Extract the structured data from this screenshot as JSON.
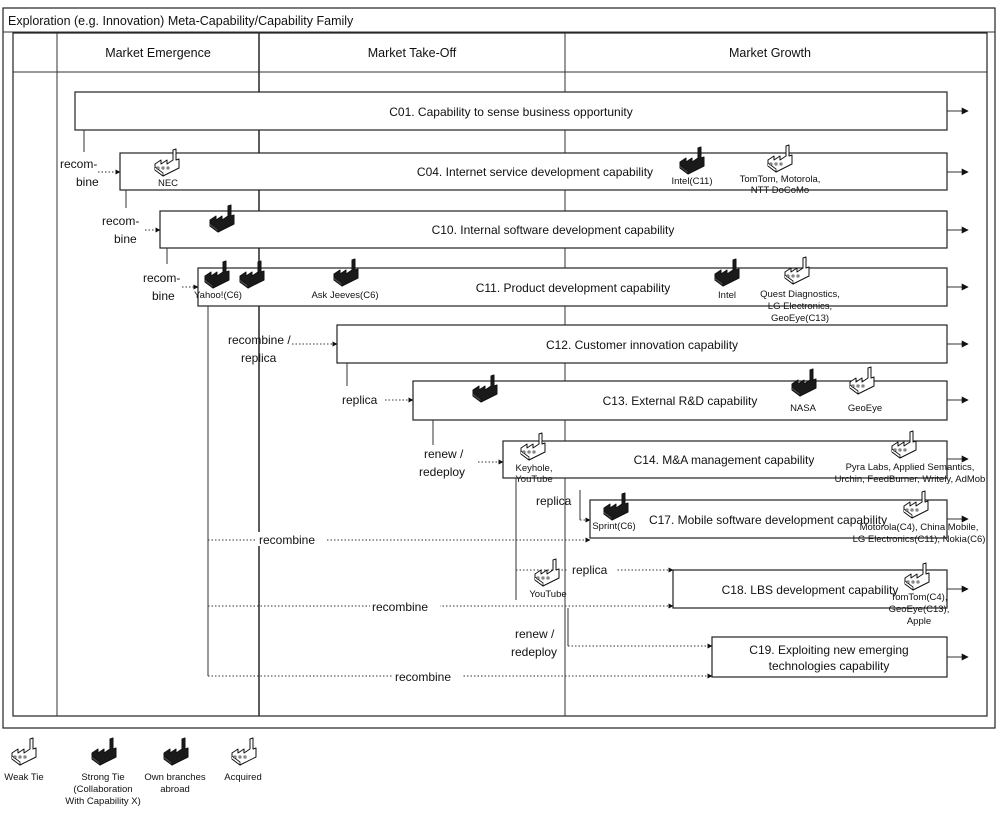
{
  "title": "Exploration (e.g. Innovation) Meta-Capability/Capability Family",
  "phases": [
    "Market Emergence",
    "Market Take-Off",
    "Market Growth"
  ],
  "capabilities": [
    {
      "id": "c01",
      "label": "C01. Capability to sense business opportunity"
    },
    {
      "id": "c04",
      "label": "C04. Internet service development capability"
    },
    {
      "id": "c10",
      "label": "C10. Internal software development capability"
    },
    {
      "id": "c11",
      "label": "C11. Product development capability"
    },
    {
      "id": "c12",
      "label": "C12. Customer innovation capability"
    },
    {
      "id": "c13",
      "label": "C13. External R&D capability"
    },
    {
      "id": "c14",
      "label": "C14. M&A management capability"
    },
    {
      "id": "c17",
      "label": "C17. Mobile software development capability"
    },
    {
      "id": "c18",
      "label": "C18. LBS development capability"
    },
    {
      "id": "c19",
      "label": [
        "C19. Exploiting new emerging",
        "technologies capability"
      ]
    }
  ],
  "links": {
    "recombine_split": [
      "recom-",
      "bine"
    ],
    "recombine_replica": [
      "recombine /",
      "replica"
    ],
    "renew_redeploy": [
      "renew /",
      "redeploy"
    ],
    "replica": "replica",
    "recombine": "recombine"
  },
  "firms": {
    "nec": "NEC",
    "intel_c11": "Intel(C11)",
    "tomtom_motorola": [
      "TomTom, Motorola,",
      "NTT DoCoMo"
    ],
    "yahoo": "Yahoo!(C6)",
    "ask_jeeves": "Ask Jeeves(C6)",
    "intel": "Intel",
    "quest": [
      "Quest Diagnostics,",
      "LG Electronics,",
      "GeoEye(C13)"
    ],
    "nasa": "NASA",
    "geoeye": "GeoEye",
    "keyhole": [
      "Keyhole,",
      "YouTube"
    ],
    "pyra": [
      "Pyra Labs, Applied Semantics,",
      "Urchin, FeedBurner, Writely, AdMob"
    ],
    "sprint": "Sprint(C6)",
    "motorola_c4": [
      "Motorola(C4), China Mobile,",
      "LG Electronics(C11), Nokia(C6)"
    ],
    "youtube": "YouTube",
    "tomtom_c4": [
      "TomTom(C4),",
      "GeoEye(C13),",
      "Apple"
    ]
  },
  "legend": [
    {
      "type": "weak",
      "label": [
        "Weak Tie"
      ]
    },
    {
      "type": "strong",
      "label": [
        "Strong Tie",
        "(Collaboration",
        "With Capability X)"
      ]
    },
    {
      "type": "own",
      "label": [
        "Own branches",
        "abroad"
      ]
    },
    {
      "type": "acquired",
      "label": [
        "Acquired"
      ]
    }
  ],
  "colors": {
    "weak": "#ffffff",
    "strong": "#1a1a1a",
    "own": "#1a1a1a",
    "acquired": "#ffffff",
    "line": "#222222"
  }
}
